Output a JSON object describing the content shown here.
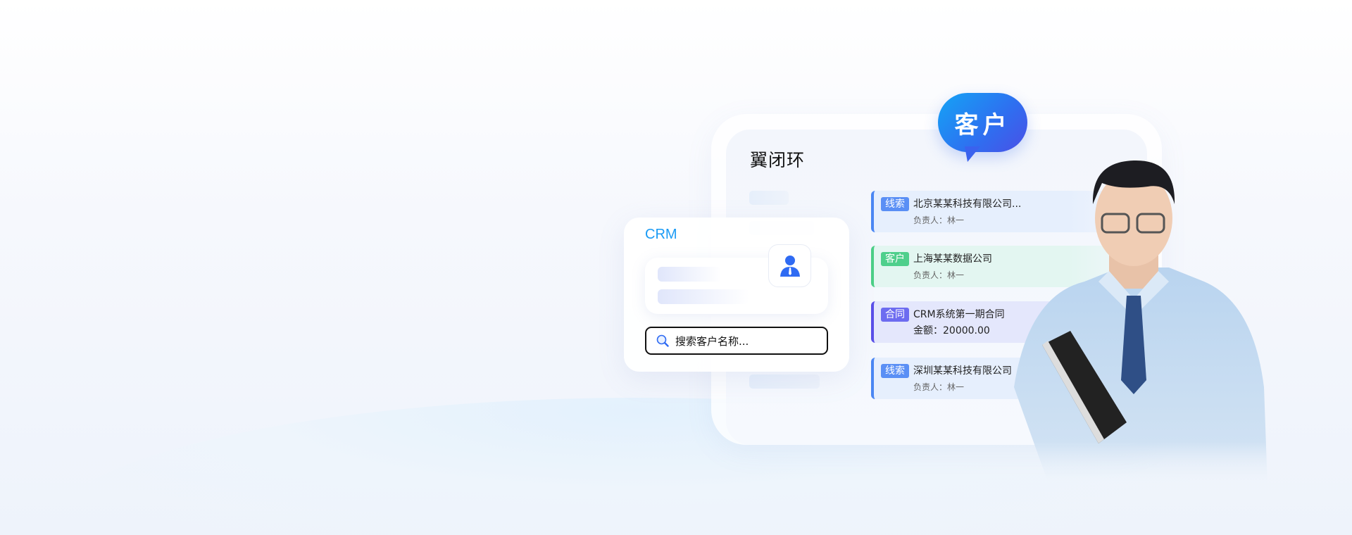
{
  "main_card": {
    "title": "翼闭环"
  },
  "bubble": {
    "label": "客户",
    "colors": [
      "#14a4f5",
      "#4b4fe6"
    ]
  },
  "crm_card": {
    "label": "CRM",
    "avatar_icon": "user-tie-icon",
    "search": {
      "placeholder": "搜索客户名称...",
      "icon": "search-icon"
    }
  },
  "records": [
    {
      "tag": "线索",
      "tag_color": "#5a8ff5",
      "accent": "#4a86f3",
      "bg": "#e6effd",
      "title": "北京某某科技有限公司...",
      "detail": "负责人：林一"
    },
    {
      "tag": "客户",
      "tag_color": "#4fcf8c",
      "accent": "#4ccf86",
      "bg": "#e3f6f1",
      "title": "上海某某数据公司",
      "detail": "负责人：林一"
    },
    {
      "tag": "合同",
      "tag_color": "#6d6cf0",
      "accent": "#5a4fe8",
      "bg": "#e4e7fc",
      "title": "CRM系统第一期合同",
      "detail": "金额：20000.00"
    },
    {
      "tag": "线索",
      "tag_color": "#5a8ff5",
      "accent": "#4a86f3",
      "bg": "#e6effd",
      "title": "深圳某某科技有限公司",
      "detail": "负责人：林一"
    }
  ]
}
